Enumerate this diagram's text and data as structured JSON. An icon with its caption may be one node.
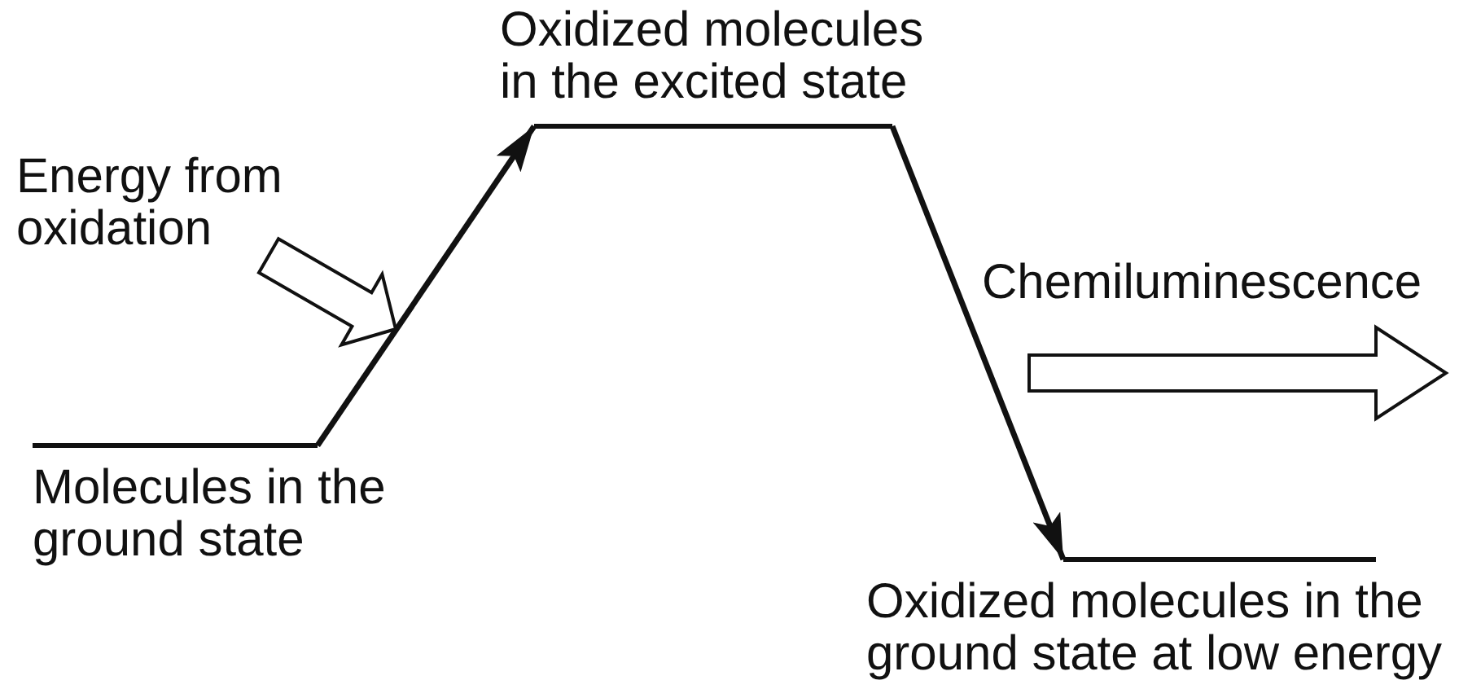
{
  "diagram": {
    "nodes": [
      {
        "text": [
          "Molecules in the ground state"
        ]
      },
      {
        "text": [
          "Oxidized molecules in the excited state"
        ]
      },
      {
        "text": [
          "Oxidized molecules in the ground state at low energy"
        ]
      },
      {
        "text": [
          "Energy from oxidation"
        ]
      }
    ],
    "edges": [
      {
        "from": 0,
        "to": 1,
        "arrow": "to"
      },
      {
        "from": 1,
        "to": 2,
        "arrow": "to"
      },
      {
        "from": 3,
        "to": null,
        "arrow": "to",
        "style": "thick"
      }
    ],
    "labels": [
      "Chemiluminescence"
    ]
  }
}
